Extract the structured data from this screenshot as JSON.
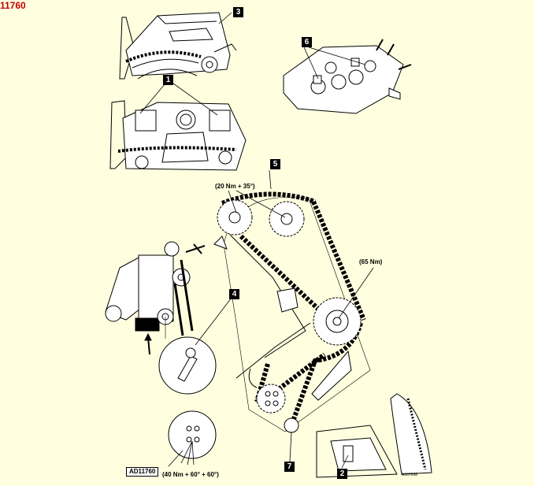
{
  "document_id": "11760",
  "reference_box": "AD11760",
  "small_ref": "A567698",
  "callouts": [
    "1",
    "2",
    "3",
    "4",
    "5",
    "6",
    "7"
  ],
  "torques": {
    "camshaft_sprockets": "(20 Nm + 35°)",
    "crankshaft_sprocket": "(65 Nm)",
    "bolts": "(40 Nm + 60° + 60°)"
  },
  "colors": {
    "background": "#ffffe0",
    "title": "#c00000",
    "line": "#000000"
  }
}
